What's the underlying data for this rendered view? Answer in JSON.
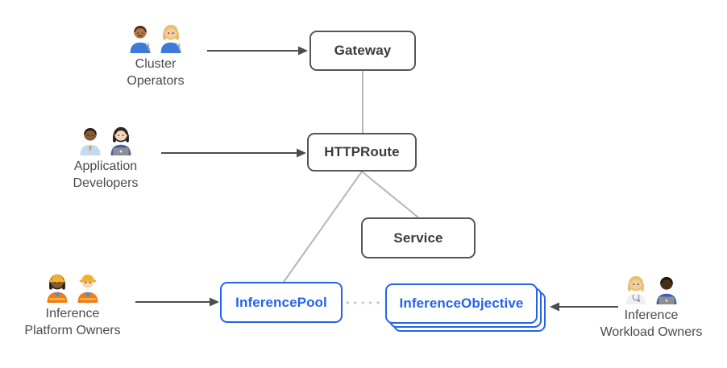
{
  "colors": {
    "accent_blue": "#2563eb",
    "node_border_dark": "#565656",
    "node_text_dark": "#3b3b3b",
    "connector_gray": "#b6b6b6",
    "arrow_dark": "#4d4d4d",
    "actor_text": "#4a4a4a",
    "background": "#ffffff"
  },
  "diagram": {
    "nodes": {
      "gateway": {
        "label": "Gateway",
        "style": "dark"
      },
      "httproute": {
        "label": "HTTPRoute",
        "style": "dark"
      },
      "service": {
        "label": "Service",
        "style": "dark"
      },
      "inferencepool": {
        "label": "InferencePool",
        "style": "blue"
      },
      "inferenceobjective": {
        "label": "InferenceObjective",
        "style": "blue",
        "stack_count": 3
      }
    },
    "actors": [
      {
        "id": "cluster-operators",
        "label_lines": [
          "Cluster",
          "Operators"
        ],
        "emoji": "👨🏽‍🔧 👩🏼‍🔧",
        "people": [
          {
            "name": "man-mechanic-emoji",
            "skin": "#b5774b",
            "hair": "#4a3222",
            "top": "#3c7bd9",
            "style": "short",
            "mustache": true,
            "accessory": "wrench"
          },
          {
            "name": "woman-mechanic-emoji",
            "skin": "#f3cba5",
            "hair": "#e7c064",
            "top": "#3c7bd9",
            "style": "long",
            "accessory": "wrench"
          }
        ]
      },
      {
        "id": "application-developers",
        "label_lines": [
          "Application",
          "Developers"
        ],
        "emoji": "👨🏾‍💼 👩🏻‍💻",
        "people": [
          {
            "name": "man-office-worker-emoji",
            "skin": "#8a5a33",
            "hair": "#2a211c",
            "top": "#c3d9f0",
            "style": "short",
            "tie": "#caa23f"
          },
          {
            "name": "woman-technologist-emoji",
            "skin": "#f6d7bd",
            "hair": "#26201d",
            "top": "#3f5fae",
            "style": "long",
            "accessory": "laptop"
          }
        ]
      },
      {
        "id": "inference-platform-owners",
        "label_lines": [
          "Inference",
          "Platform Owners"
        ],
        "emoji": "👷🏾‍♀️ 👷🏻",
        "people": [
          {
            "name": "woman-construction-worker-emoji",
            "skin": "#8a5a33",
            "hair": "#2a211c",
            "top": "#f07d1d",
            "style": "long",
            "headwear": "helmet",
            "vest_shirt": "#4a90d9"
          },
          {
            "name": "man-construction-worker-emoji",
            "skin": "#f6d7bd",
            "hair": "#b98a4e",
            "top": "#f07d1d",
            "style": "short",
            "headwear": "helmet",
            "vest_shirt": "#4a90d9"
          }
        ]
      },
      {
        "id": "inference-workload-owners",
        "label_lines": [
          "Inference",
          "Workload Owners"
        ],
        "emoji": "🧑🏼‍⚕️ 🧑🏿‍💻",
        "people": [
          {
            "name": "health-worker-emoji",
            "skin": "#f3cba5",
            "hair": "#e7c064",
            "top": "#eef0f3",
            "style": "long",
            "accessory": "stethoscope"
          },
          {
            "name": "man-technologist-emoji",
            "skin": "#4e2d15",
            "hair": "#191512",
            "top": "#2f5fd0",
            "style": "short",
            "accessory": "laptop"
          }
        ]
      }
    ],
    "edges": [
      {
        "from": "cluster-operators",
        "to": "gateway",
        "type": "arrow"
      },
      {
        "from": "application-developers",
        "to": "httproute",
        "type": "arrow"
      },
      {
        "from": "inference-platform-owners",
        "to": "inferencepool",
        "type": "arrow"
      },
      {
        "from": "inference-workload-owners",
        "to": "inferenceobjective",
        "type": "arrow"
      },
      {
        "from": "gateway",
        "to": "httproute",
        "type": "line"
      },
      {
        "from": "httproute",
        "to": "service",
        "type": "line"
      },
      {
        "from": "httproute",
        "to": "inferencepool",
        "type": "line"
      },
      {
        "from": "inferencepool",
        "to": "inferenceobjective",
        "type": "dotted"
      }
    ]
  }
}
